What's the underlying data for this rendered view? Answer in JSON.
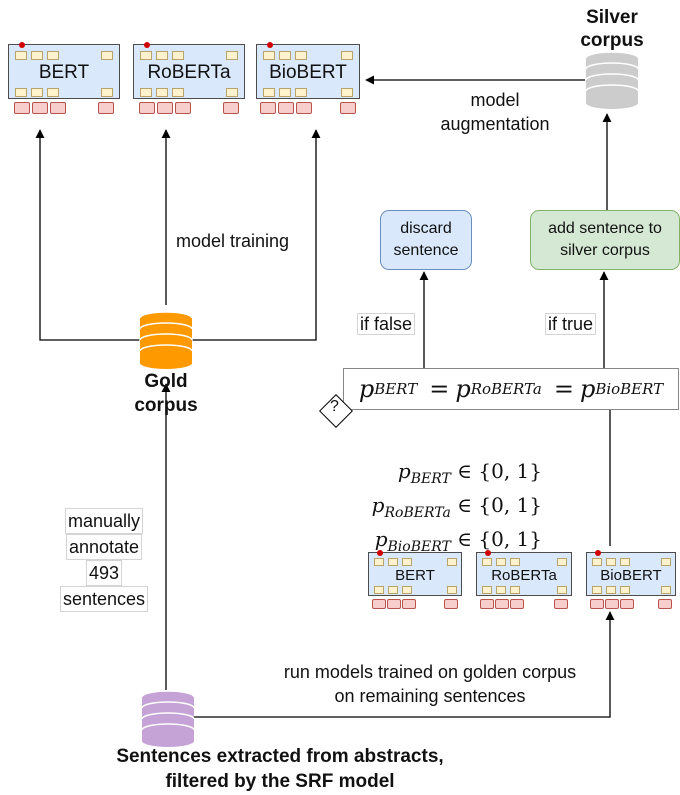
{
  "models_top": [
    {
      "name": "BERT"
    },
    {
      "name": "RoBERTa"
    },
    {
      "name": "BioBERT"
    }
  ],
  "models_bottom": [
    {
      "name": "BERT"
    },
    {
      "name": "RoBERTa"
    },
    {
      "name": "BioBERT"
    }
  ],
  "silver_corpus": {
    "label_line1": "Silver",
    "label_line2": "corpus",
    "color": "#cccccc"
  },
  "gold_corpus": {
    "label_line1": "Gold",
    "label_line2": "corpus",
    "color": "#ff9900"
  },
  "source_db": {
    "label_line1": "Sentences extracted from abstracts,",
    "label_line2": "filtered by the SRF model",
    "color": "#c5a3d6"
  },
  "edge_labels": {
    "model_augmentation_1": "model",
    "model_augmentation_2": "augmentation",
    "model_training": "model training",
    "if_false": "if false",
    "if_true": "if true",
    "run_models_1": "run models trained on golden corpus",
    "run_models_2": "on remaining sentences"
  },
  "annotate": {
    "line1": "manually",
    "line2": "annotate",
    "line3": "493",
    "line4": "sentences"
  },
  "discard_box": {
    "line1": "discard",
    "line2": "sentence"
  },
  "add_box": {
    "line1": "add sentence to",
    "line2": "silver corpus"
  },
  "decision": {
    "marker": "?"
  },
  "equation": {
    "p": "p",
    "sub1": "BERT",
    "sub2": "RoBERTa",
    "sub3": "BioBERT",
    "eq": "="
  },
  "probabilities": [
    {
      "p": "p",
      "sub": "BERT",
      "rest": "∈ {0, 1}"
    },
    {
      "p": "p",
      "sub": "RoBERTa",
      "rest": "∈ {0, 1}"
    },
    {
      "p": "p",
      "sub": "BioBERT",
      "rest": "∈ {0, 1}"
    }
  ]
}
